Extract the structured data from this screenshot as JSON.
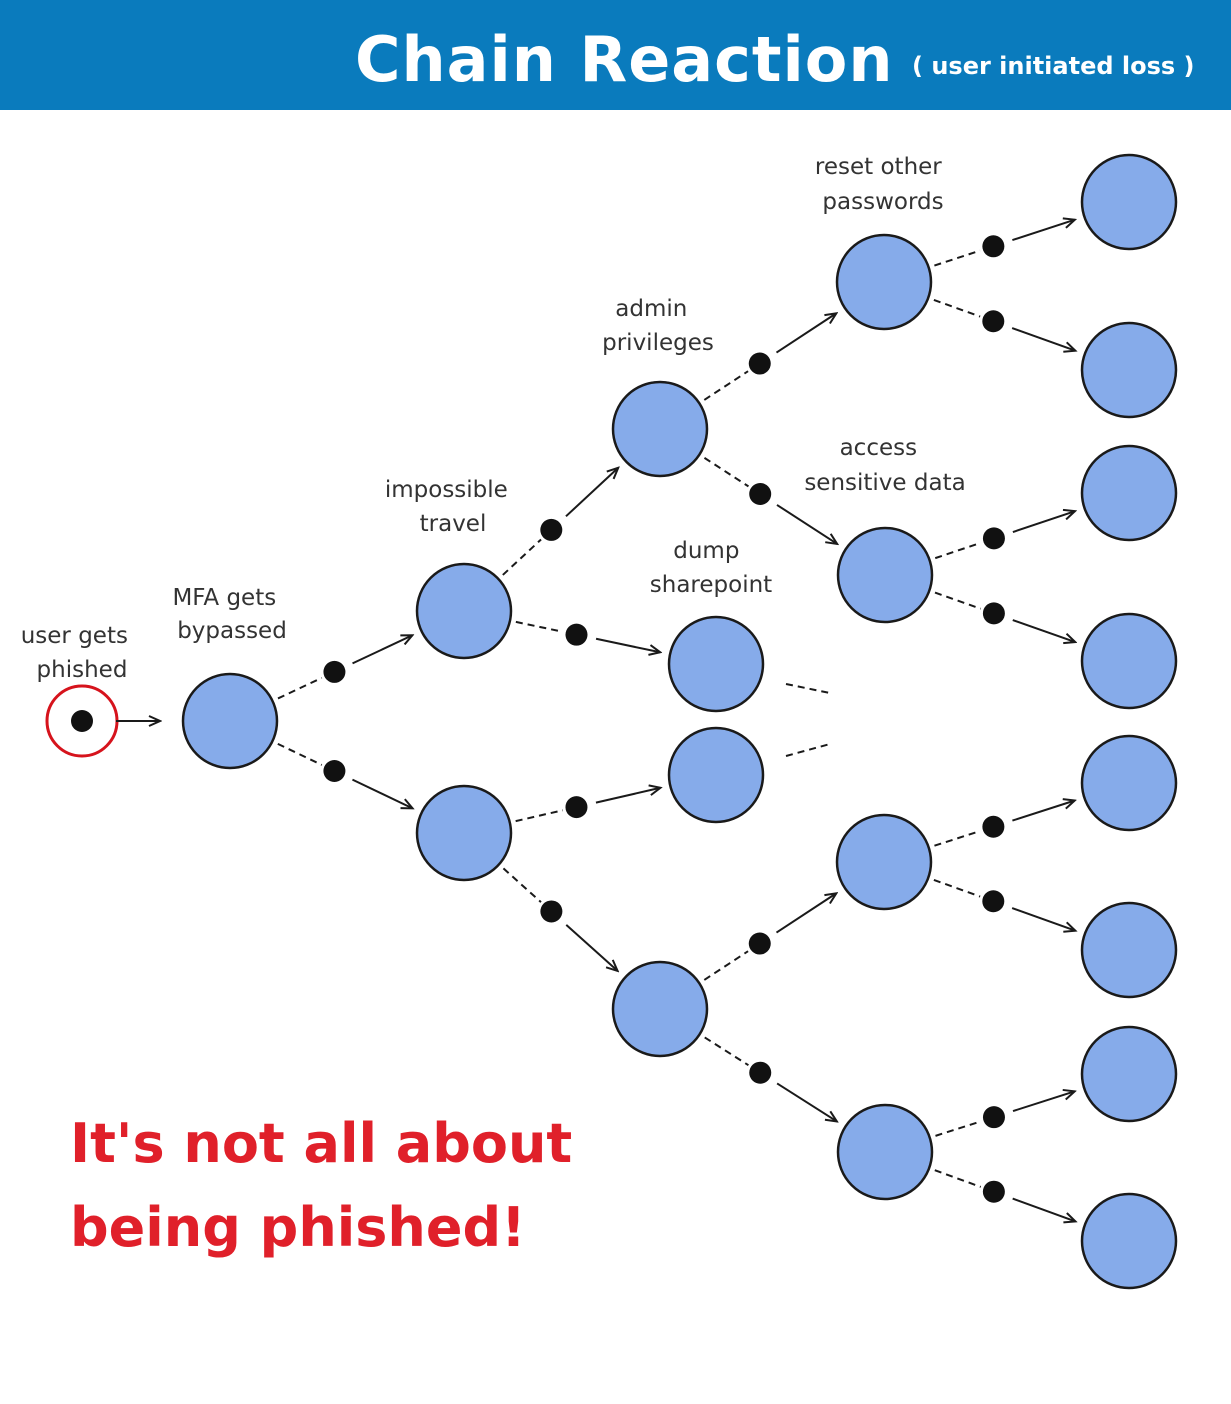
{
  "header": {
    "title": "Chain Reaction",
    "subtitle": "( user initiated loss )"
  },
  "labels": {
    "start": [
      "user gets",
      "phished"
    ],
    "mfa": [
      "MFA gets",
      "bypassed"
    ],
    "travel": [
      "impossible",
      "travel"
    ],
    "admin": [
      "admin",
      "privileges"
    ],
    "reset": [
      "reset other",
      "passwords"
    ],
    "access": [
      "access",
      "sensitive data"
    ],
    "dump": [
      "dump",
      "sharepoint"
    ]
  },
  "callout": {
    "line1": "It's not all about",
    "line2": "being phished!"
  },
  "colors": {
    "header_bg": "#0a7bbd",
    "node_fill": "#86abea",
    "node_stroke": "#1a1a1a",
    "highlight_ring": "#d6131c",
    "callout_text": "#e0202a"
  }
}
